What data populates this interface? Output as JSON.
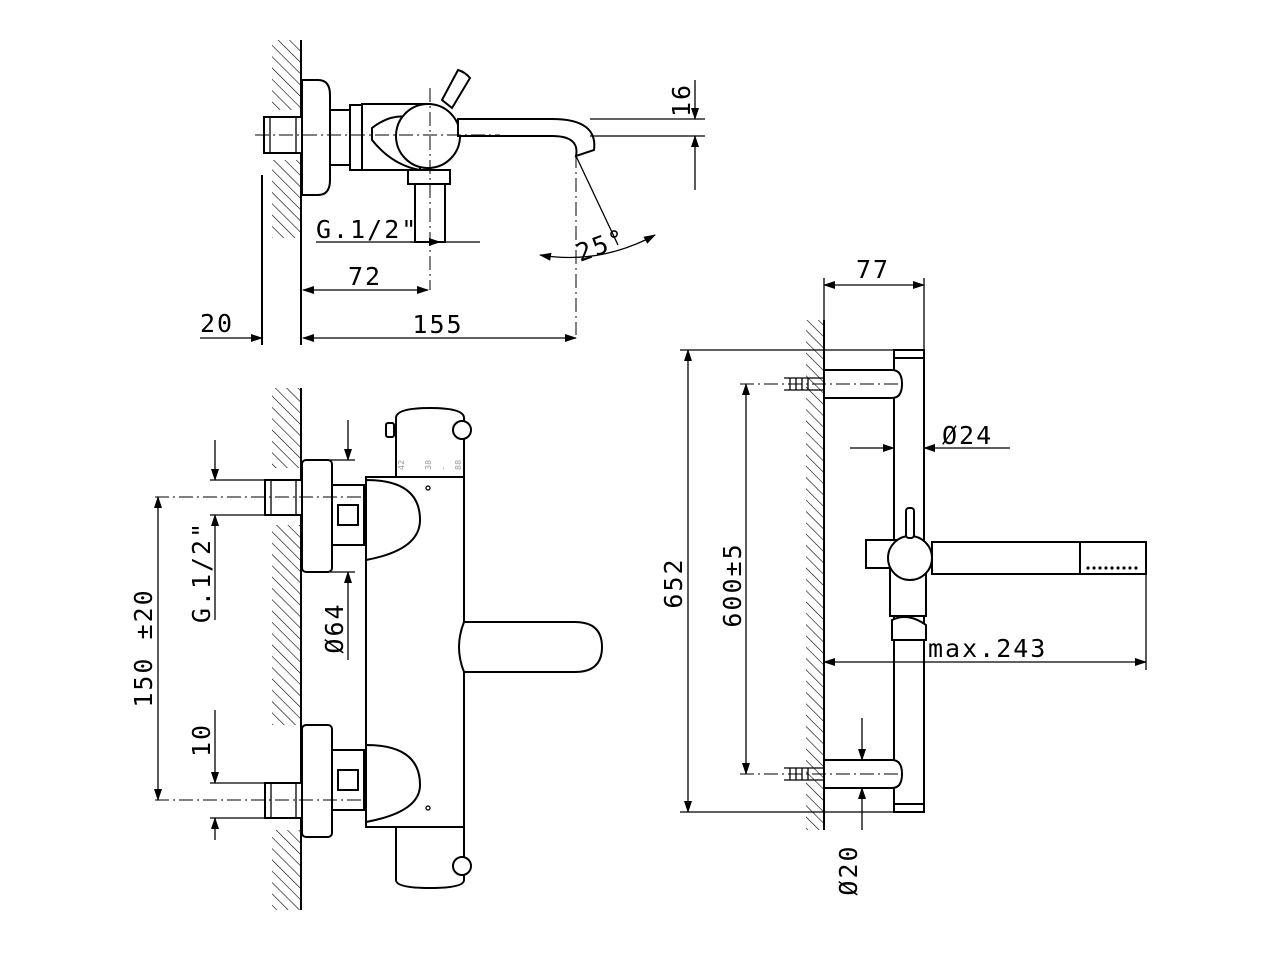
{
  "dimensions": {
    "spout_thickness": "16",
    "inlet_thread_side": "G.1/2\"",
    "spout_angle": "25°",
    "inlet_to_center": "72",
    "wall_offset": "20",
    "spout_reach": "155",
    "inlet_thread_front": "G.1/2\"",
    "centers": "150 ±20",
    "flange_diameter": "Ø64",
    "flange_thickness": "10",
    "bar_projection": "77",
    "bar_diameter": "Ø24",
    "bar_height": "652",
    "bracket_spacing": "600±5",
    "max_reach": "max.243",
    "bracket_diameter": "Ø20"
  },
  "temperature_scale": [
    "42",
    "38",
    "-",
    "88"
  ]
}
